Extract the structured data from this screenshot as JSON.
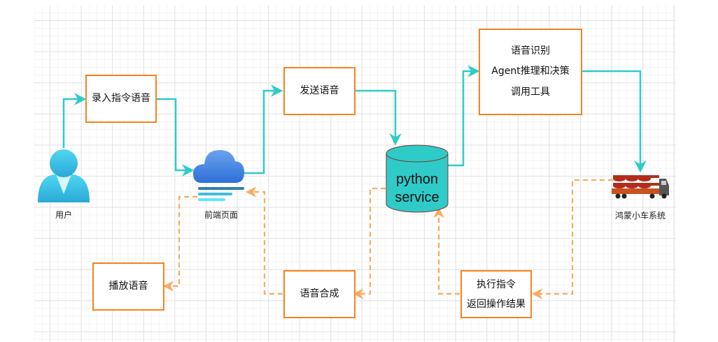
{
  "diagram": {
    "colors": {
      "box_border": "#f5821f",
      "forward_arrow": "#2ecbc9",
      "return_arrow": "#f9ab5f",
      "cylinder_fill": "#2ecbc9",
      "cylinder_stroke": "#7a3a2e"
    },
    "nodes": {
      "user": {
        "label": "用户",
        "icon": "user-icon"
      },
      "record_voice": {
        "label": "录入指令语音"
      },
      "frontend": {
        "label": "前端页面",
        "icon": "cloud-icon"
      },
      "send_voice": {
        "label": "发送语音"
      },
      "python_service": {
        "lines": [
          "python",
          "service"
        ],
        "shape": "cylinder"
      },
      "agent": {
        "lines": [
          "语音识别",
          "Agent推理和决策",
          "调用工具"
        ]
      },
      "car_system": {
        "label": "鸿蒙小车系统",
        "icon": "truck-icon"
      },
      "execute": {
        "lines": [
          "执行指令",
          "返回操作结果"
        ]
      },
      "tts": {
        "label": "语音合成"
      },
      "play_voice": {
        "label": "播放语音"
      }
    },
    "edges": [
      {
        "from": "user",
        "to": "record_voice",
        "style": "solid"
      },
      {
        "from": "record_voice",
        "to": "frontend",
        "style": "solid"
      },
      {
        "from": "frontend",
        "to": "send_voice",
        "style": "solid"
      },
      {
        "from": "send_voice",
        "to": "python_service",
        "style": "solid"
      },
      {
        "from": "python_service",
        "to": "agent",
        "style": "solid"
      },
      {
        "from": "agent",
        "to": "car_system",
        "style": "solid"
      },
      {
        "from": "car_system",
        "to": "execute",
        "style": "dashed"
      },
      {
        "from": "execute",
        "to": "python_service",
        "style": "dashed"
      },
      {
        "from": "python_service",
        "to": "tts",
        "style": "dashed"
      },
      {
        "from": "tts",
        "to": "frontend",
        "style": "dashed"
      },
      {
        "from": "frontend",
        "to": "play_voice",
        "style": "dashed"
      }
    ]
  }
}
